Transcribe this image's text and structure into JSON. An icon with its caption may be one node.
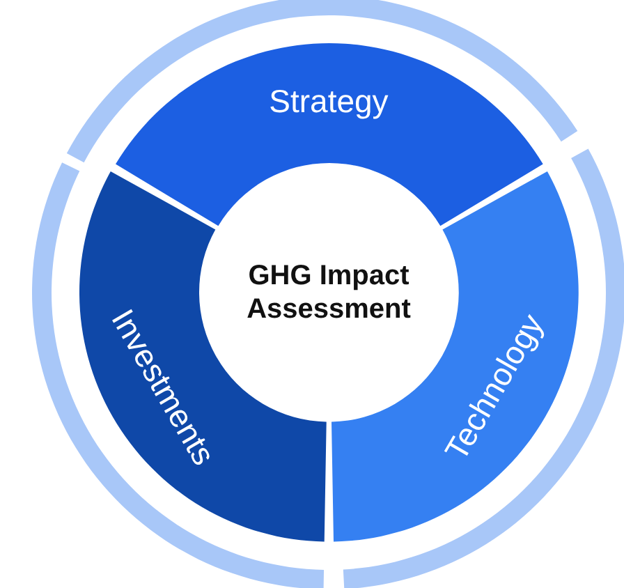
{
  "diagram": {
    "nodes": [
      {
        "text": [
          "GHG Impact Assessment"
        ]
      },
      {
        "text": [
          "Strategy"
        ]
      },
      {
        "text": [
          "Technology"
        ]
      },
      {
        "text": [
          "Investments"
        ]
      }
    ]
  }
}
